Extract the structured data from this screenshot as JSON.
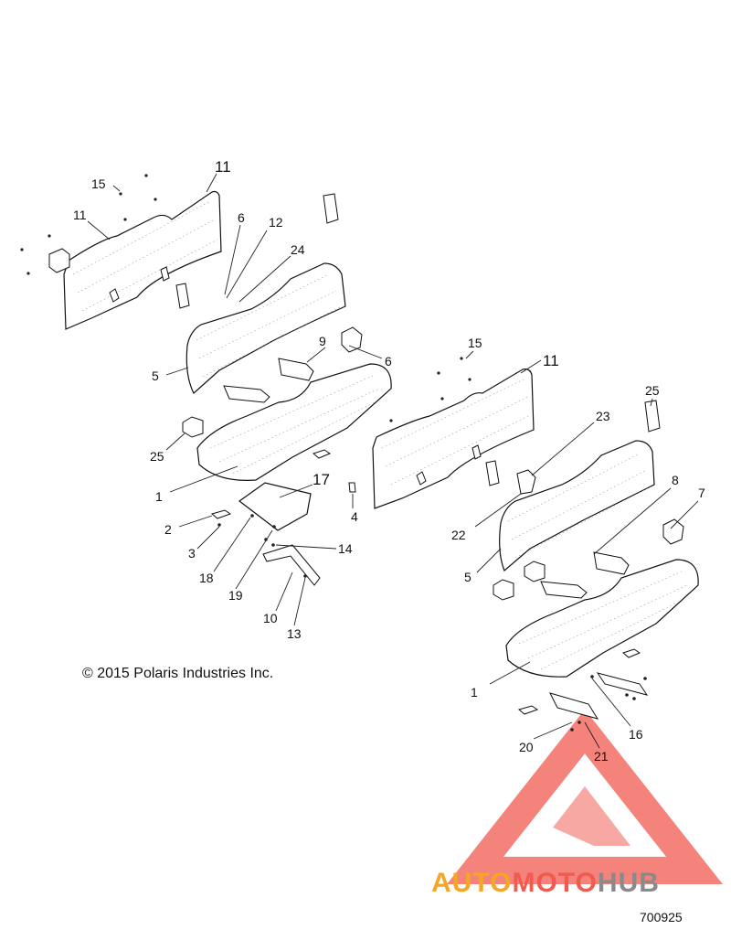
{
  "callouts": {
    "c11_a": "11",
    "c15_a": "15",
    "c11_b": "11",
    "c6_a": "6",
    "c12": "12",
    "c24": "24",
    "c5_a": "5",
    "c9": "9",
    "c6_b": "6",
    "c25_a": "25",
    "c1_a": "1",
    "c17": "17",
    "c2": "2",
    "c3": "3",
    "c18": "18",
    "c19": "19",
    "c14": "14",
    "c10": "10",
    "c13": "13",
    "c4": "4",
    "c15_b": "15",
    "c11_c": "11",
    "c25_b": "25",
    "c23": "23",
    "c22": "22",
    "c8": "8",
    "c7": "7",
    "c5_b": "5",
    "c1_b": "1",
    "c16": "16",
    "c20": "20",
    "c21": "21"
  },
  "copyright": "© 2015 Polaris Industries Inc.",
  "figure_number": "700925",
  "watermark": {
    "part1": "AUTO",
    "part2": "MOTO",
    "part3": "HUB",
    "color_red": "#f05a4f",
    "color_orange": "#f5a623",
    "color_gray": "#8a8a8a"
  }
}
